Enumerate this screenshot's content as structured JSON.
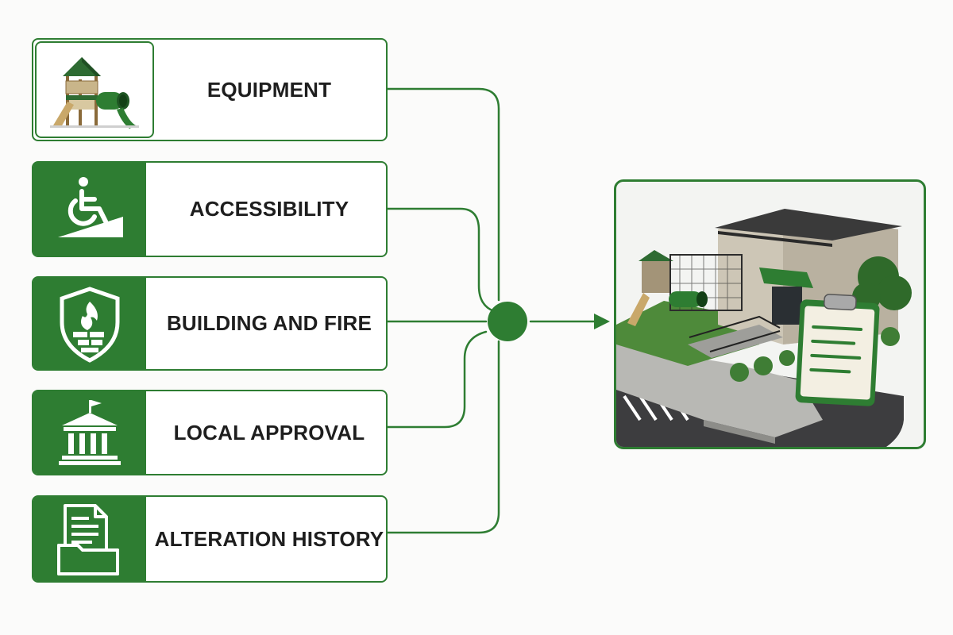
{
  "items": [
    {
      "label": "EQUIPMENT",
      "icon": "playground-icon"
    },
    {
      "label": "ACCESSIBILITY",
      "icon": "wheelchair-ramp-icon"
    },
    {
      "label": "BUILDING AND FIRE",
      "icon": "fire-shield-icon"
    },
    {
      "label": "LOCAL APPROVAL",
      "icon": "government-building-icon"
    },
    {
      "label": "ALTERATION HISTORY",
      "icon": "document-folder-icon"
    }
  ],
  "result": {
    "icon": "playground-building-checklist-illustration"
  },
  "colors": {
    "accent": "#2e7d32",
    "background": "#fbfbfa"
  }
}
